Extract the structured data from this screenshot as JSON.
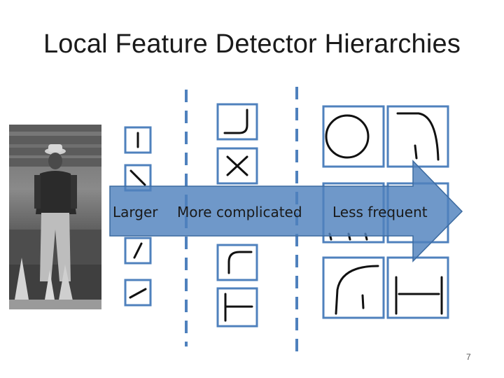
{
  "slide": {
    "title": "Local Feature Detector Hierarchies",
    "page_number": "7"
  },
  "arrow": {
    "label_larger": "Larger",
    "label_complicated": "More complicated",
    "label_frequent": "Less frequent",
    "fill_color": "#4f81bd"
  },
  "colors": {
    "feature_border": "#4f81bd",
    "divider": "#4f81bd"
  }
}
